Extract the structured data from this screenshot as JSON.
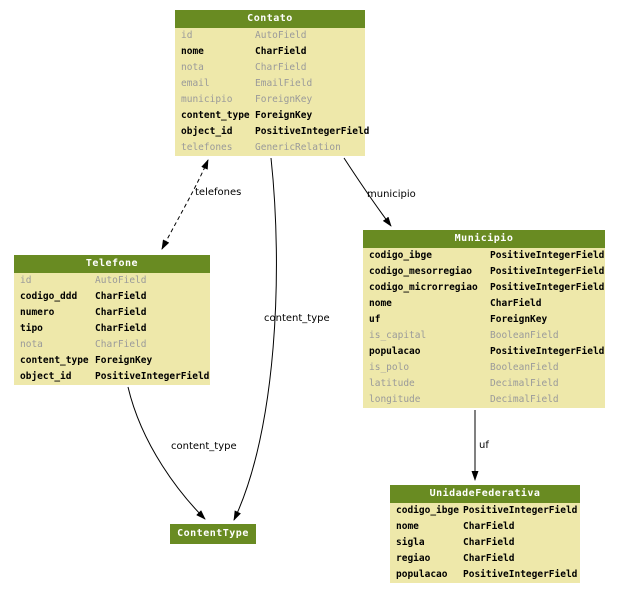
{
  "diagram": {
    "type": "database-model-diagram",
    "colors": {
      "header_bg": "#698b22",
      "header_text": "#ffffff",
      "row_bg": "#eee8aa",
      "field_required_text": "#000000",
      "field_optional_text": "#9a9a9a",
      "edge_stroke": "#000000",
      "background": "#ffffff"
    },
    "entities": [
      {
        "title": "Contato",
        "fields": [
          {
            "name": "id",
            "type": "AutoField",
            "required": false
          },
          {
            "name": "nome",
            "type": "CharField",
            "required": true
          },
          {
            "name": "nota",
            "type": "CharField",
            "required": false
          },
          {
            "name": "email",
            "type": "EmailField",
            "required": false
          },
          {
            "name": "municipio",
            "type": "ForeignKey",
            "required": false
          },
          {
            "name": "content_type",
            "type": "ForeignKey",
            "required": true
          },
          {
            "name": "object_id",
            "type": "PositiveIntegerField",
            "required": true
          },
          {
            "name": "telefones",
            "type": "GenericRelation",
            "required": false
          }
        ]
      },
      {
        "title": "Telefone",
        "fields": [
          {
            "name": "id",
            "type": "AutoField",
            "required": false
          },
          {
            "name": "codigo_ddd",
            "type": "CharField",
            "required": true
          },
          {
            "name": "numero",
            "type": "CharField",
            "required": true
          },
          {
            "name": "tipo",
            "type": "CharField",
            "required": true
          },
          {
            "name": "nota",
            "type": "CharField",
            "required": false
          },
          {
            "name": "content_type",
            "type": "ForeignKey",
            "required": true
          },
          {
            "name": "object_id",
            "type": "PositiveIntegerField",
            "required": true
          }
        ]
      },
      {
        "title": "Municipio",
        "fields": [
          {
            "name": "codigo_ibge",
            "type": "PositiveIntegerField",
            "required": true
          },
          {
            "name": "codigo_mesorregiao",
            "type": "PositiveIntegerField",
            "required": true
          },
          {
            "name": "codigo_microrregiao",
            "type": "PositiveIntegerField",
            "required": true
          },
          {
            "name": "nome",
            "type": "CharField",
            "required": true
          },
          {
            "name": "uf",
            "type": "ForeignKey",
            "required": true
          },
          {
            "name": "is_capital",
            "type": "BooleanField",
            "required": false
          },
          {
            "name": "populacao",
            "type": "PositiveIntegerField",
            "required": true
          },
          {
            "name": "is_polo",
            "type": "BooleanField",
            "required": false
          },
          {
            "name": "latitude",
            "type": "DecimalField",
            "required": false
          },
          {
            "name": "longitude",
            "type": "DecimalField",
            "required": false
          }
        ]
      },
      {
        "title": "ContentType",
        "fields": []
      },
      {
        "title": "UnidadeFederativa",
        "fields": [
          {
            "name": "codigo_ibge",
            "type": "PositiveIntegerField",
            "required": true
          },
          {
            "name": "nome",
            "type": "CharField",
            "required": true
          },
          {
            "name": "sigla",
            "type": "CharField",
            "required": true
          },
          {
            "name": "regiao",
            "type": "CharField",
            "required": true
          },
          {
            "name": "populacao",
            "type": "PositiveIntegerField",
            "required": true
          }
        ]
      }
    ],
    "edges": [
      {
        "label": "telefones",
        "from": "Contato",
        "to": "Telefone",
        "style": "dashed",
        "arrows": "both"
      },
      {
        "label": "municipio",
        "from": "Contato",
        "to": "Municipio",
        "style": "solid",
        "arrows": "end"
      },
      {
        "label": "content_type",
        "from": "Contato",
        "to": "ContentType",
        "style": "solid",
        "arrows": "end"
      },
      {
        "label": "content_type",
        "from": "Telefone",
        "to": "ContentType",
        "style": "solid",
        "arrows": "end"
      },
      {
        "label": "uf",
        "from": "Municipio",
        "to": "UnidadeFederativa",
        "style": "solid",
        "arrows": "end"
      }
    ]
  }
}
